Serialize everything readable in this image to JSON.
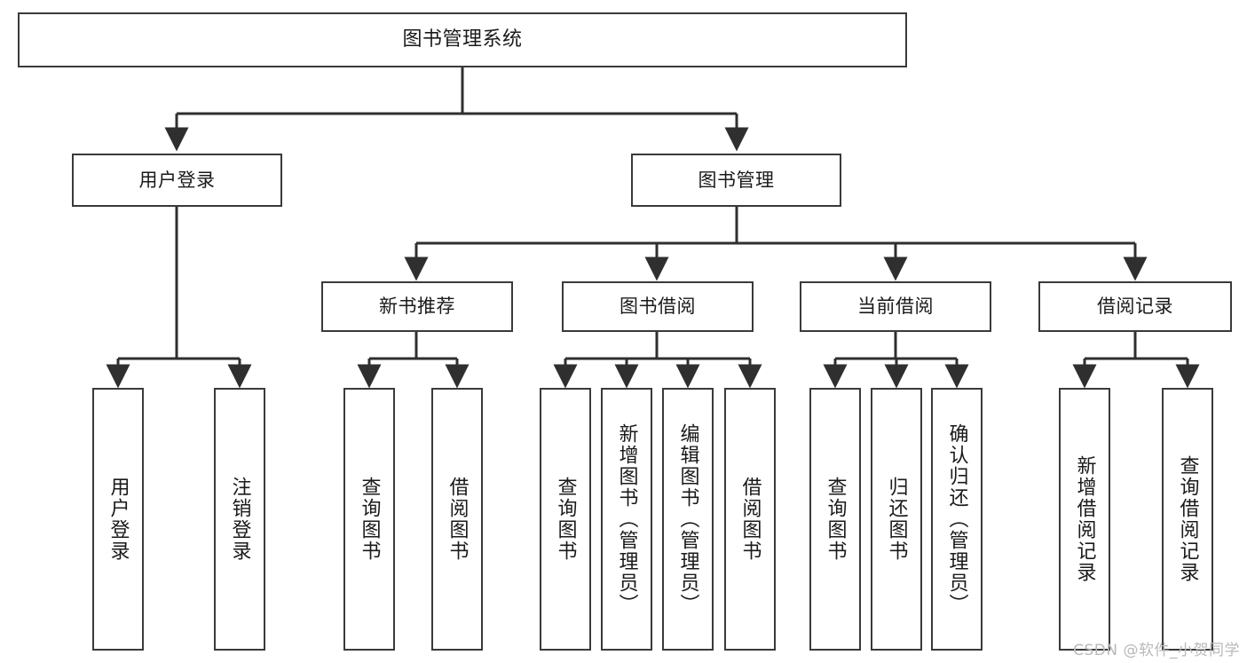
{
  "diagram": {
    "title": "图书管理系统",
    "type": "tree",
    "root": {
      "id": "root",
      "label": "图书管理系统"
    },
    "level1": [
      {
        "id": "user-login",
        "label": "用户登录"
      },
      {
        "id": "book-manage",
        "label": "图书管理"
      }
    ],
    "level2": [
      {
        "id": "new-book-rec",
        "label": "新书推荐",
        "parent": "book-manage"
      },
      {
        "id": "book-borrow",
        "label": "图书借阅",
        "parent": "book-manage"
      },
      {
        "id": "current-borrow",
        "label": "当前借阅",
        "parent": "book-manage"
      },
      {
        "id": "borrow-record",
        "label": "借阅记录",
        "parent": "book-manage"
      }
    ],
    "leaves": [
      {
        "id": "leaf-user-login",
        "label": "用户登录",
        "parent": "user-login"
      },
      {
        "id": "leaf-logout",
        "label": "注销登录",
        "parent": "user-login"
      },
      {
        "id": "leaf-query-book-1",
        "label": "查询图书",
        "parent": "new-book-rec"
      },
      {
        "id": "leaf-borrow-book-1",
        "label": "借阅图书",
        "parent": "new-book-rec"
      },
      {
        "id": "leaf-query-book-2",
        "label": "查询图书",
        "parent": "book-borrow"
      },
      {
        "id": "leaf-add-book",
        "label": "新增图书（管理员）",
        "parent": "book-borrow"
      },
      {
        "id": "leaf-edit-book",
        "label": "编辑图书（管理员）",
        "parent": "book-borrow"
      },
      {
        "id": "leaf-borrow-book-2",
        "label": "借阅图书",
        "parent": "book-borrow"
      },
      {
        "id": "leaf-query-book-3",
        "label": "查询图书",
        "parent": "current-borrow"
      },
      {
        "id": "leaf-return-book",
        "label": "归还图书",
        "parent": "current-borrow"
      },
      {
        "id": "leaf-confirm-return",
        "label": "确认归还（管理员）",
        "parent": "current-borrow"
      },
      {
        "id": "leaf-add-record",
        "label": "新增借阅记录",
        "parent": "borrow-record"
      },
      {
        "id": "leaf-query-record",
        "label": "查询借阅记录",
        "parent": "borrow-record"
      }
    ]
  },
  "watermark": {
    "text": "CSDN @软件_小贺同学"
  },
  "colors": {
    "box_border": "#3a3a3a",
    "box_fill": "#ffffff",
    "connector": "#2f2f2f",
    "text": "#1a1a1a",
    "watermark": "#b9b9b9",
    "background": "#ffffff"
  }
}
